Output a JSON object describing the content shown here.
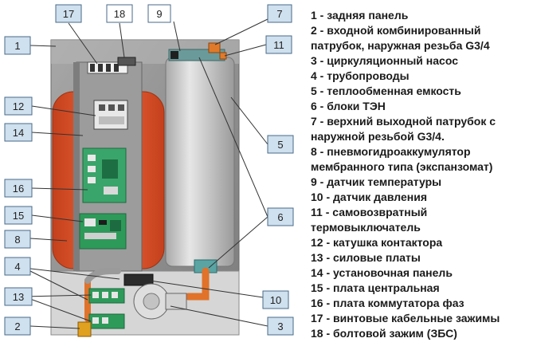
{
  "callouts": {
    "c1": "1",
    "c2": "2",
    "c3": "3",
    "c4": "4",
    "c5": "5",
    "c6": "6",
    "c7": "7",
    "c8": "8",
    "c9": "9",
    "c10": "10",
    "c11": "11",
    "c12": "12",
    "c13": "13",
    "c14": "14",
    "c15": "15",
    "c16": "16",
    "c17": "17",
    "c18": "18"
  },
  "legend": [
    "1 - задняя панель",
    "2 - входной комбинированный\nпатрубок, наружная резьба G3/4",
    "3 - циркуляционный насос",
    "4 - трубопроводы",
    "5 - теплообменная емкость",
    "6 - блоки ТЭН",
    "7 - верхний выходной патрубок с\nнаружной резьбой G3/4.",
    "8 - пневмогидроаккумулятор\nмембранного типа (экспанзомат)",
    "9 - датчик температуры",
    "10 - датчик давления",
    "11 - самовозвратный\nтермовыключатель",
    "12 - катушка контактора",
    "13 - силовые платы",
    "14 - установочная панель",
    "15 - плата центральная",
    "16 - плата коммутатора фаз",
    "17 - винтовые кабельные зажимы",
    "18 - болтовой зажим (ЗБС)"
  ],
  "colors": {
    "callout_fill": "#cfe0ee",
    "callout_border": "#4a6a8a",
    "tank": "#e2552a",
    "panel": "#8e8e8e",
    "board": "#2e9a5a",
    "cylinder": "#c9c9c9"
  }
}
